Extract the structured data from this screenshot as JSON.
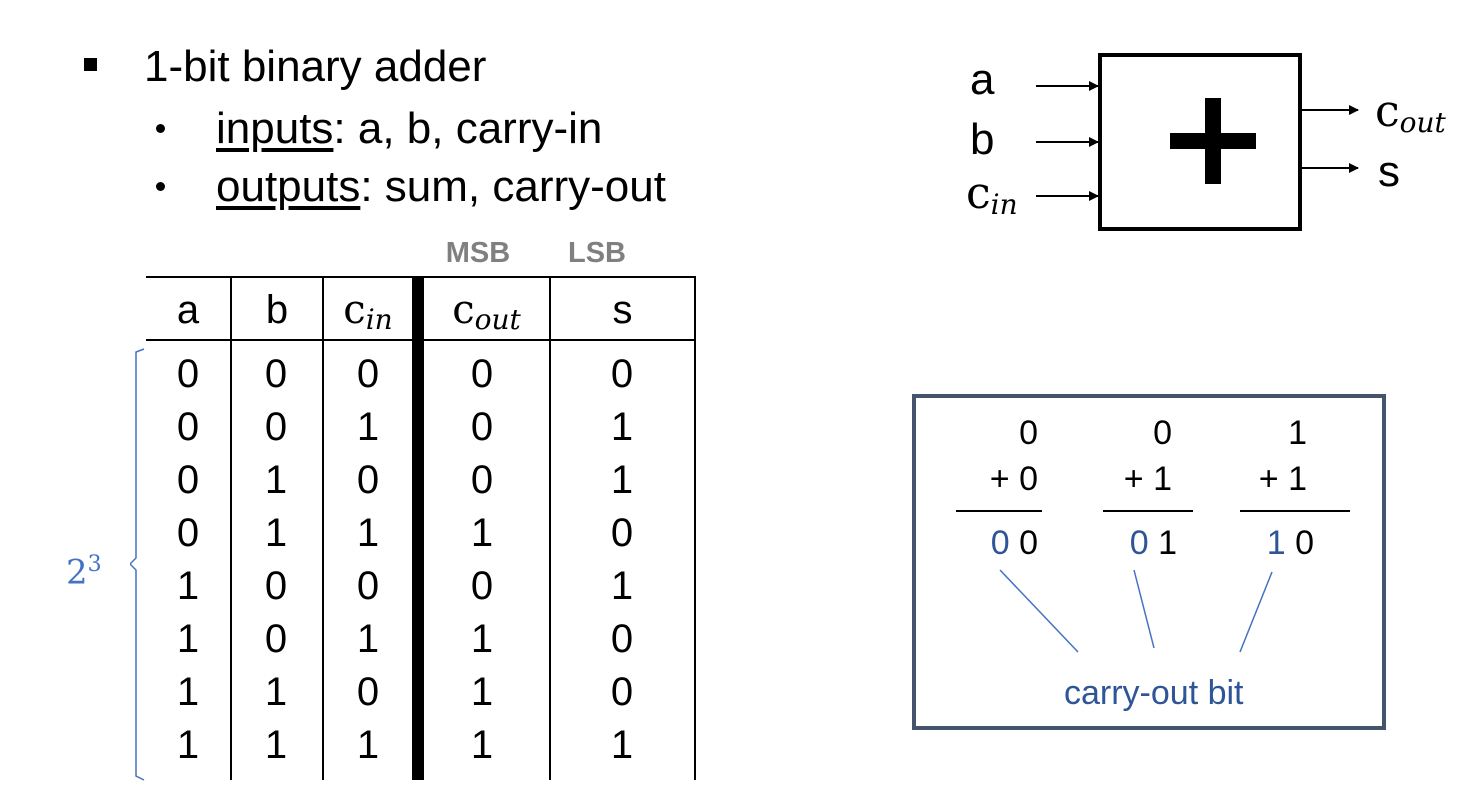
{
  "bullets": {
    "title": "1-bit binary adder",
    "inputs_term": "inputs",
    "inputs_rest": ": a, b, carry-in",
    "outputs_term": "outputs",
    "outputs_rest": ": sum, carry-out"
  },
  "table": {
    "group_msb": "MSB",
    "group_lsb": "LSB",
    "headers": {
      "a": "a",
      "b": "b",
      "cin_base": "c",
      "cin_sub": "in",
      "cout_base": "c",
      "cout_sub": "out",
      "s": "s"
    },
    "rows": [
      [
        "0",
        "0",
        "0",
        "0",
        "0"
      ],
      [
        "0",
        "0",
        "1",
        "0",
        "1"
      ],
      [
        "0",
        "1",
        "0",
        "0",
        "1"
      ],
      [
        "0",
        "1",
        "1",
        "1",
        "0"
      ],
      [
        "1",
        "0",
        "0",
        "0",
        "1"
      ],
      [
        "1",
        "0",
        "1",
        "1",
        "0"
      ],
      [
        "1",
        "1",
        "0",
        "1",
        "0"
      ],
      [
        "1",
        "1",
        "1",
        "1",
        "1"
      ]
    ],
    "bracket_base": "2",
    "bracket_exp": "3"
  },
  "adder": {
    "in_a": "a",
    "in_b": "b",
    "in_cin_base": "c",
    "in_cin_sub": "in",
    "out_cout_base": "c",
    "out_cout_sub": "out",
    "out_s": "s"
  },
  "examples": {
    "items": [
      {
        "top": "0",
        "bottom": "+ 0",
        "carry": "0",
        "sum": "0"
      },
      {
        "top": "0",
        "bottom": "+ 1",
        "carry": "0",
        "sum": "1"
      },
      {
        "top": "1",
        "bottom": "+ 1",
        "carry": "1",
        "sum": "0"
      }
    ],
    "carry_label": "carry-out bit"
  },
  "colors": {
    "accent_blue": "#2F5597",
    "bracket_blue": "#4472C4",
    "header_gray": "#808080",
    "box_border": "#44546A"
  }
}
